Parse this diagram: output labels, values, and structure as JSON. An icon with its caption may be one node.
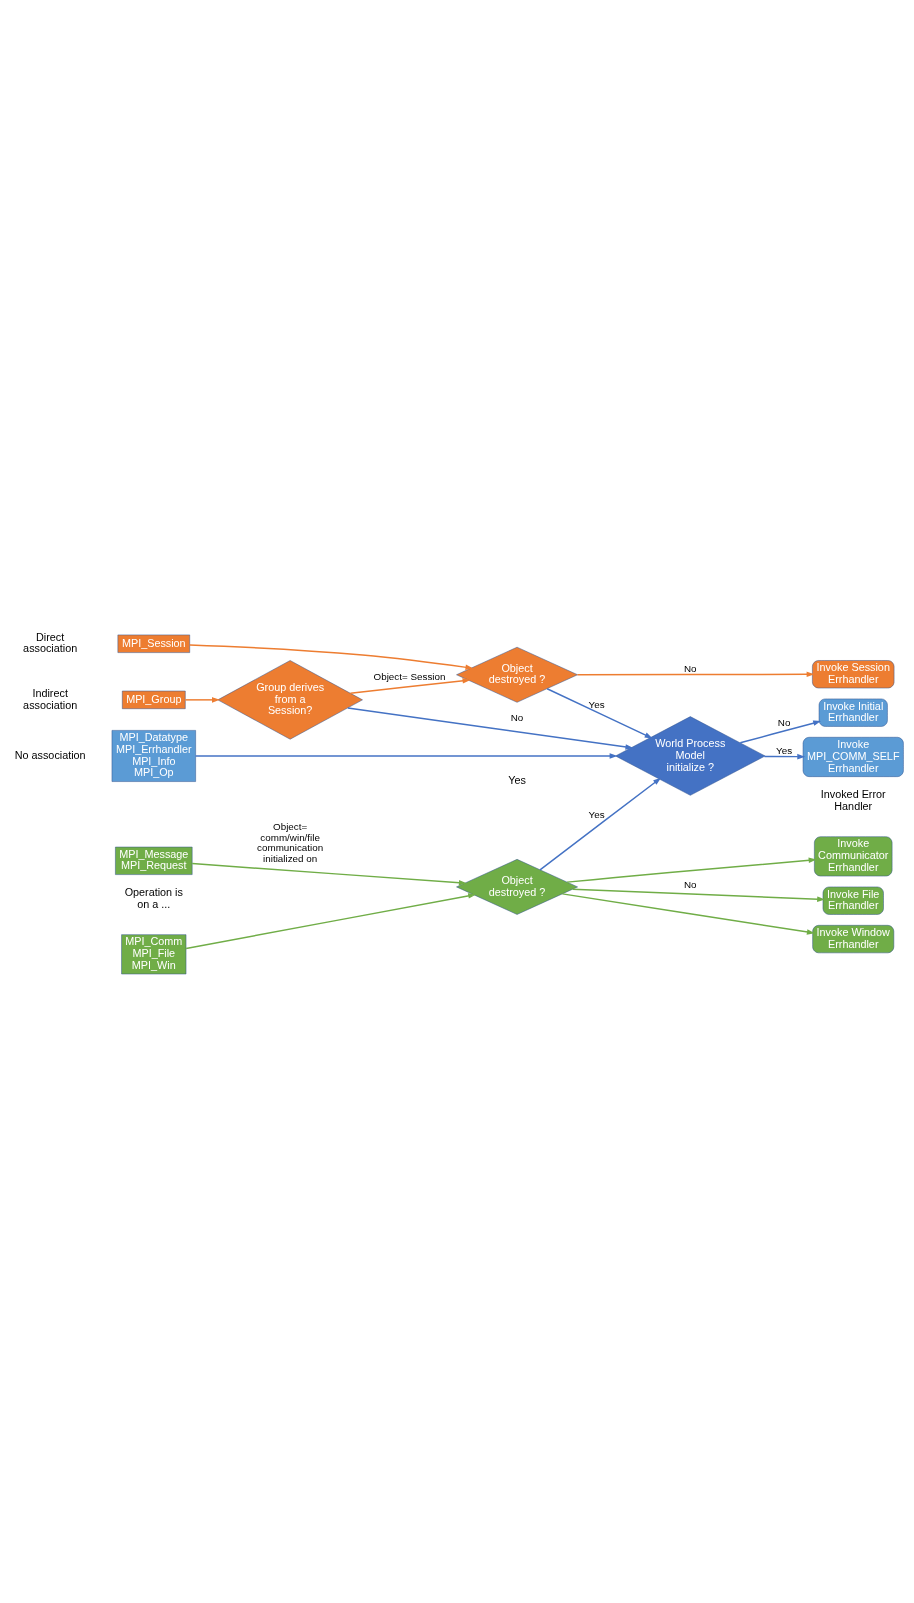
{
  "diagram": {
    "nodes": [
      {
        "text": [
          "MPI_Comm MPI_File MPI_Win"
        ]
      },
      {
        "text": [
          "MPI_Session"
        ]
      },
      {
        "text": [
          "MPI_Message MPI_Request"
        ]
      },
      {
        "text": [
          "MPI_Group"
        ]
      },
      {
        "text": [
          "MPI_Datatype MPI_Errhandler MPI_Info MPI_Op"
        ]
      },
      {
        "text": [
          "Object destroyed ?"
        ]
      },
      {
        "text": [
          "Object destroyed ?"
        ]
      },
      {
        "text": [
          "Group derives from a Session?"
        ]
      },
      {
        "text": [
          "World Process Model initialize ?"
        ]
      },
      {
        "text": [
          "Invoke Communicator Errhandler"
        ]
      },
      {
        "text": [
          "Invoke File Errhandler"
        ]
      },
      {
        "text": [
          "Invoke Window Errhandler"
        ]
      },
      {
        "text": [
          "Invoke Session Errhandler"
        ]
      },
      {
        "text": [
          "Invoke MPI_COMM_SELF Errhandler"
        ]
      },
      {
        "text": [
          "Invoke Initial Errhandler"
        ]
      }
    ],
    "edges": [
      {
        "from": 0,
        "to": 5,
        "arrow": "to",
        "color": "#70ad47"
      },
      {
        "from": 2,
        "to": 5,
        "arrow": "to",
        "color": "#70ad47",
        "label": "Object= comm/win/file communication initialized on"
      },
      {
        "from": 1,
        "to": 6,
        "arrow": "to",
        "color": "#ed7d31"
      },
      {
        "from": 3,
        "to": 7,
        "arrow": "to",
        "color": "#ed7d31"
      },
      {
        "from": 7,
        "to": 6,
        "arrow": "to",
        "color": "#ed7d31",
        "label": "Object= Session"
      },
      {
        "from": 7,
        "to": 8,
        "arrow": "to",
        "label": "No"
      },
      {
        "from": 6,
        "to": 8,
        "arrow": "to",
        "label": "Yes"
      },
      {
        "from": 6,
        "to": 12,
        "arrow": "to",
        "color": "#ed7d31",
        "label": "No"
      },
      {
        "from": 5,
        "to": 8,
        "arrow": "to",
        "label": "Yes"
      },
      {
        "from": 5,
        "to": 9,
        "arrow": "to",
        "color": "#70ad47"
      },
      {
        "from": 5,
        "to": 10,
        "arrow": "to",
        "color": "#70ad47",
        "label": "No"
      },
      {
        "from": 5,
        "to": 11,
        "arrow": "to",
        "color": "#70ad47"
      },
      {
        "from": 4,
        "to": 8,
        "arrow": "to"
      },
      {
        "from": 8,
        "to": 13,
        "arrow": "to",
        "label": "Yes"
      },
      {
        "from": 8,
        "to": 14,
        "arrow": "to",
        "label": "No"
      }
    ],
    "labels": [
      "Invoked Error Handler",
      "Yes",
      "Operation is on a ...",
      "Direct association",
      "Indirect association",
      "No association"
    ]
  }
}
